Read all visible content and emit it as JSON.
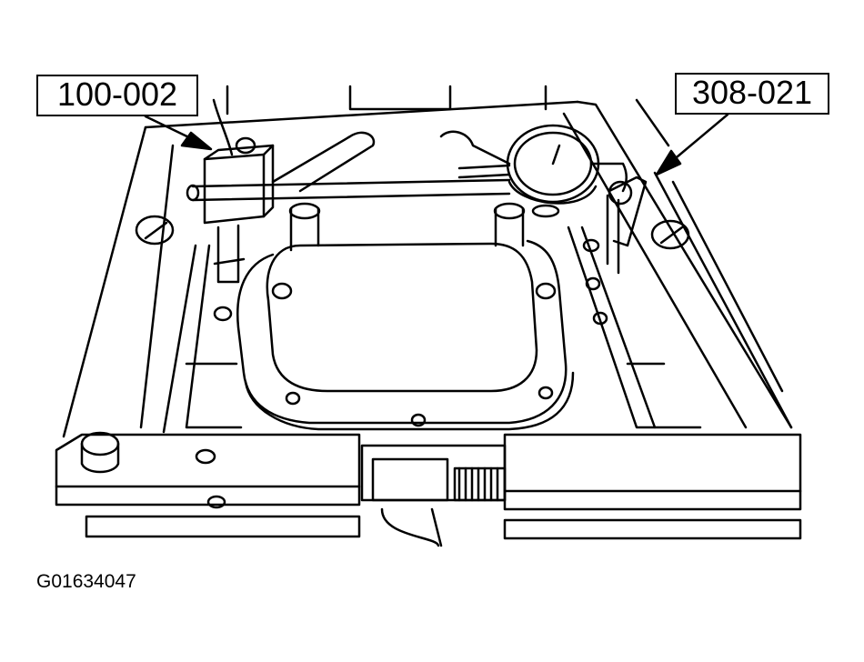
{
  "callouts": {
    "left_tool": "100-002",
    "right_tool": "308-021"
  },
  "figure_id": "G01634047",
  "colors": {
    "line": "#000000",
    "background": "#ffffff"
  }
}
